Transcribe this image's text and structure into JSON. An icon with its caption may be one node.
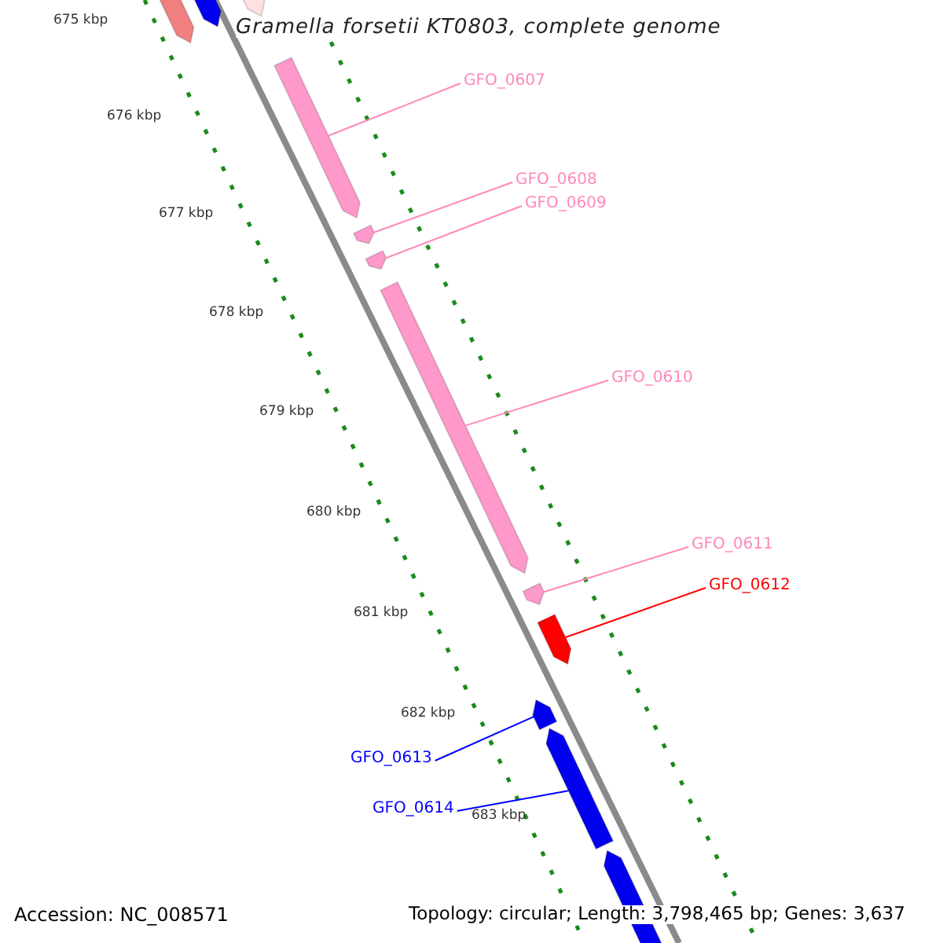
{
  "diagram": {
    "title": "Gramella forsetii KT0803, complete genome",
    "nodes": [
      {
        "text": [
          "GFO_0607"
        ]
      },
      {
        "text": [
          "GFO_0608"
        ]
      },
      {
        "text": [
          "GFO_0609"
        ]
      },
      {
        "text": [
          "GFO_0610"
        ]
      },
      {
        "text": [
          "GFO_0611"
        ]
      },
      {
        "text": [
          "GFO_0612"
        ]
      },
      {
        "text": [
          "GFO_0613"
        ]
      },
      {
        "text": [
          "GFO_0614"
        ]
      },
      {
        "text": [],
        "shape": "arrow"
      },
      {
        "text": [],
        "shape": "arrow"
      },
      {
        "text": [],
        "shape": "arrow"
      },
      {
        "text": [],
        "shape": "arrow"
      },
      {
        "text": [],
        "shape": "arrow"
      },
      {
        "text": [],
        "shape": "arrow"
      },
      {
        "text": [],
        "shape": "arrow"
      },
      {
        "text": [],
        "shape": "arrow"
      }
    ],
    "edges": [
      {
        "from": 0,
        "to": 8,
        "arrow": "none"
      },
      {
        "from": 1,
        "to": 9,
        "arrow": "none"
      },
      {
        "from": 2,
        "to": 10,
        "arrow": "none"
      },
      {
        "from": 3,
        "to": 11,
        "arrow": "none"
      },
      {
        "from": 4,
        "to": 12,
        "arrow": "none"
      },
      {
        "from": 5,
        "to": 13,
        "arrow": "none",
        "color": "#ff0000"
      },
      {
        "from": 6,
        "to": 14,
        "arrow": "none",
        "color": "#0000ff"
      },
      {
        "from": 7,
        "to": 15,
        "arrow": "none",
        "color": "#0000ff"
      }
    ],
    "labels": [
      "675 kbp",
      "676 kbp",
      "677 kbp",
      "678 kbp",
      "679 kbp",
      "680 kbp",
      "681 kbp",
      "682 kbp",
      "683 kbp",
      "Accession: NC_008571",
      "Topology: circular; Length: 3,798,465 bp; Genes: 3,637"
    ]
  }
}
